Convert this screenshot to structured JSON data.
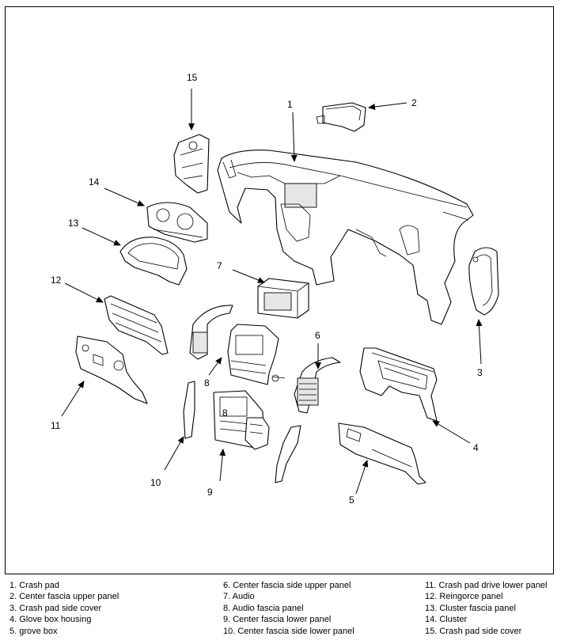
{
  "callouts": {
    "c1": "1",
    "c2": "2",
    "c3": "3",
    "c4": "4",
    "c5": "5",
    "c6": "6",
    "c7": "7",
    "c8a": "8",
    "c8b": "8",
    "c9": "9",
    "c10": "10",
    "c11": "11",
    "c12": "12",
    "c13": "13",
    "c14": "14",
    "c15": "15"
  },
  "legend": {
    "col1": [
      "1. Crash pad",
      "2. Center fascia upper panel",
      "3. Crash pad side cover",
      "4. Glove box housing",
      "5. grove box"
    ],
    "col2": [
      "6. Center fascia side upper panel",
      "7. Audio",
      "8. Audio fascia panel",
      "9. Center fascia lower panel",
      "10. Center fascia side lower panel"
    ],
    "col3": [
      "11. Crash pad drive lower panel",
      "12. Reingorce panel",
      "13. Cluster fascia panel",
      "14. Cluster",
      "15. Crash pad side cover"
    ]
  }
}
